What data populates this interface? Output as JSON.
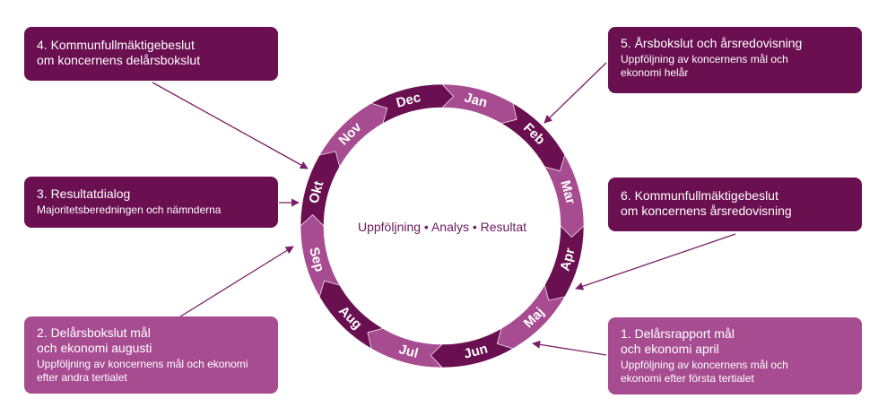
{
  "diagram": {
    "center_text": "Uppföljning • Analys • Resultat",
    "months": [
      "Jan",
      "Feb",
      "Mar",
      "Apr",
      "Maj",
      "Jun",
      "Jul",
      "Aug",
      "Sep",
      "Okt",
      "Nov",
      "Dec"
    ],
    "colors": {
      "dark": "#6a0f50",
      "light": "#a74c91",
      "arrow": "#7a1f66"
    },
    "boxes": {
      "box4": {
        "title": "4. Kommunfullmäktigebeslut\nom koncernens delårsbokslut",
        "subtitle": ""
      },
      "box3": {
        "title": "3. Resultatdialog",
        "subtitle": "Majoritetsberedningen och nämnderna"
      },
      "box2": {
        "title": "2. Delårsbokslut mål\noch ekonomi augusti",
        "subtitle": "Uppföljning av koncernens mål och ekonomi\nefter andra tertialet"
      },
      "box5": {
        "title": "5. Årsbokslut och årsredovisning",
        "subtitle": "Uppföljning av koncernens mål och\nekonomi helår"
      },
      "box6": {
        "title": "6. Kommunfullmäktigebeslut\nom koncernens årsredovisning",
        "subtitle": ""
      },
      "box1": {
        "title": "1. Delårsrapport mål\noch ekonomi april",
        "subtitle": "Uppföljning av koncernens mål och\nekonomi efter första tertialet"
      }
    }
  }
}
